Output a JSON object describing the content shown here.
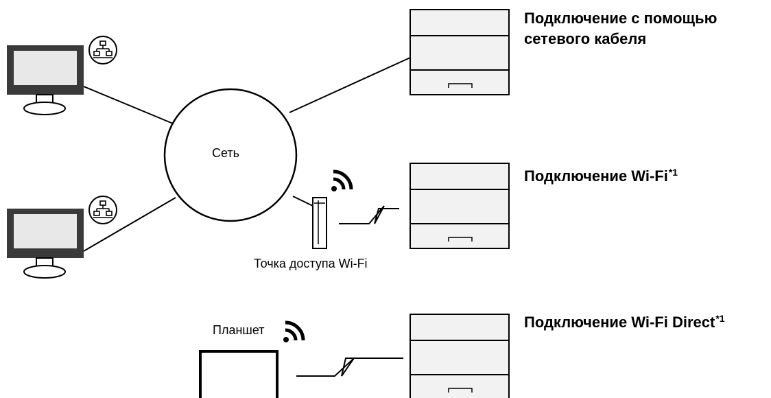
{
  "labels": {
    "network": "Сеть",
    "access_point": "Точка доступа Wi-Fi",
    "tablet": "Планшет"
  },
  "connections": [
    {
      "title": "Подключение с помощью",
      "title_line2": "сетевого кабеля",
      "footnote": ""
    },
    {
      "title": "Подключение Wi-Fi",
      "footnote": "*1"
    },
    {
      "title": "Подключение Wi-Fi Direct",
      "footnote": "*1"
    }
  ],
  "icons": [
    "monitor-icon",
    "network-icon",
    "printer-icon",
    "access-point-icon",
    "wifi-icon",
    "tablet-icon"
  ],
  "colors": {
    "stroke": "#000000",
    "printer_fill": "#f2f2f2",
    "screen_fill": "#e8e8e8",
    "monitor_body": "#3a3a3a"
  }
}
